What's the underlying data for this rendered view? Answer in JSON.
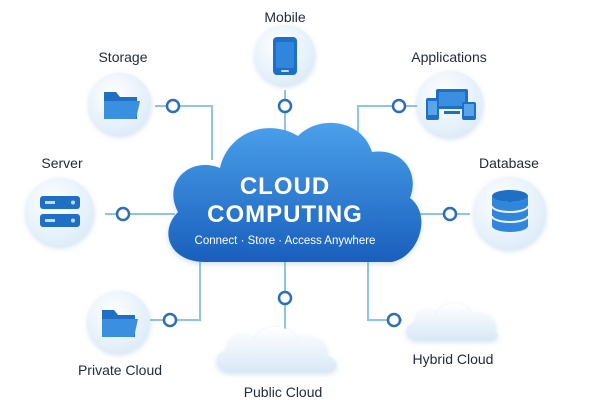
{
  "center": {
    "title_line1": "CLOUD",
    "title_line2": "COMPUTING",
    "subtitle": "Connect · Store · Access Anywhere"
  },
  "nodes": {
    "mobile": {
      "label": "Mobile",
      "icon": "mobile-phone-icon"
    },
    "storage": {
      "label": "Storage",
      "icon": "folder-icon"
    },
    "applications": {
      "label": "Applications",
      "icon": "devices-icon"
    },
    "server": {
      "label": "Server",
      "icon": "server-icon"
    },
    "database": {
      "label": "Database",
      "icon": "database-icon"
    },
    "private_cloud": {
      "label": "Private Cloud",
      "icon": "folder-icon"
    },
    "public_cloud": {
      "label": "Public Cloud",
      "icon": "cloud-icon"
    },
    "hybrid_cloud": {
      "label": "Hybrid Cloud",
      "icon": "cloud-icon"
    }
  },
  "colors": {
    "accent": "#1f6fc5",
    "connector": "#8ec3ea",
    "connector_dot": "#2c6fb8",
    "cloud_top": "#4aa0ea",
    "cloud_bottom": "#1a5fbd",
    "icon_circle": "#eaf3fb"
  }
}
